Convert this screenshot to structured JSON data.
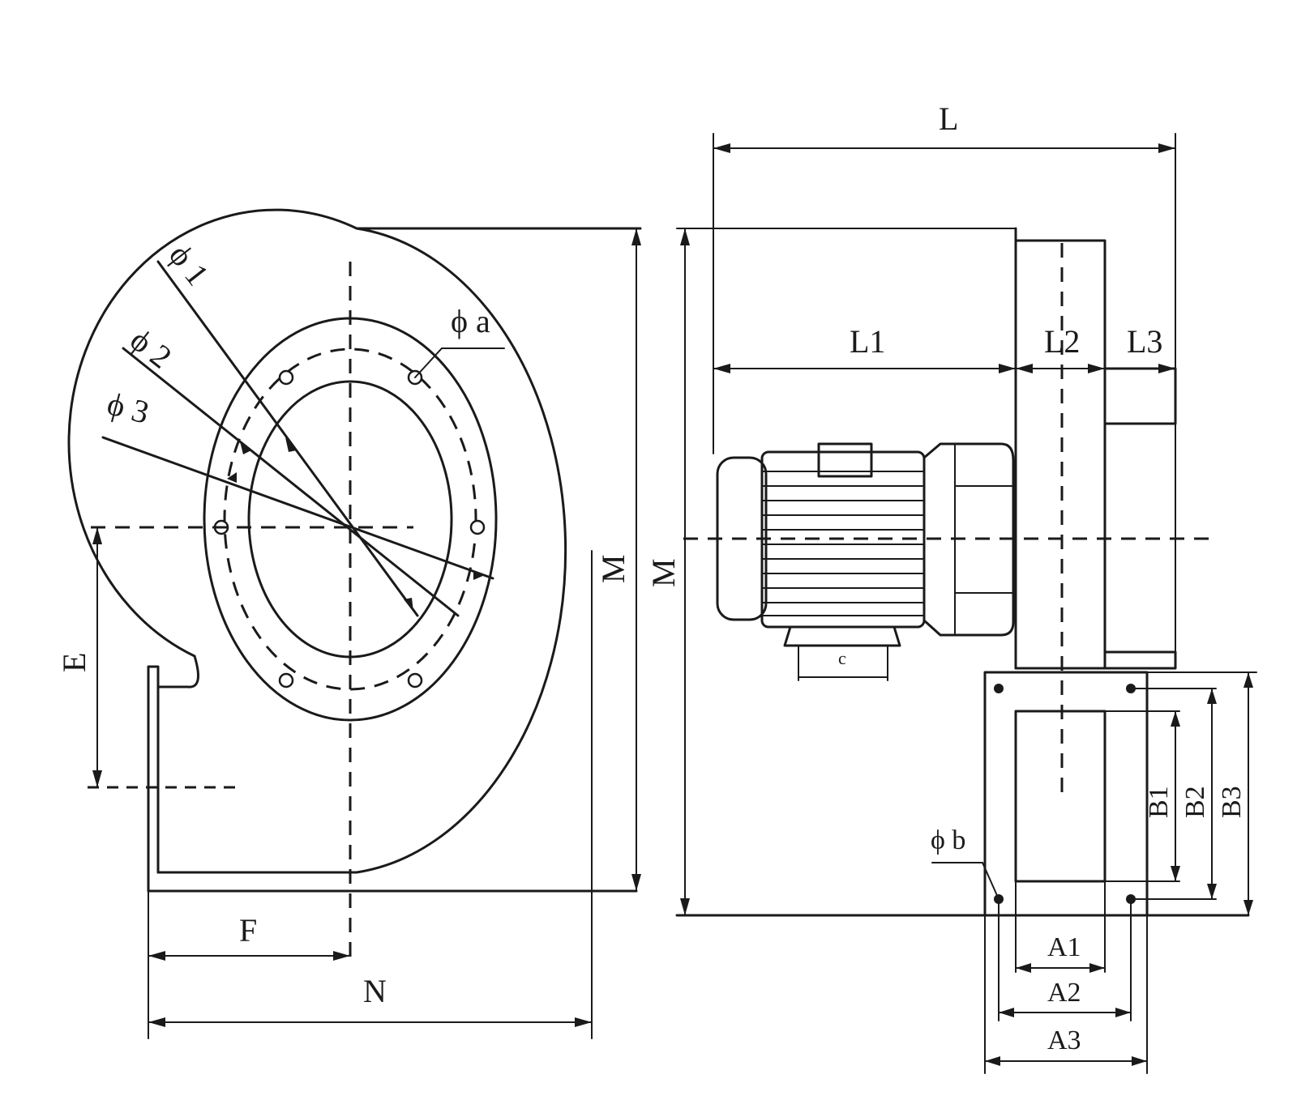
{
  "labels": {
    "phi1": "ϕ 1",
    "phi2": "ϕ 2",
    "phi3": "ϕ 3",
    "phia": "ϕ a",
    "phib": "ϕ b",
    "E": "E",
    "F": "F",
    "N": "N",
    "M_left": "M",
    "M_right": "M",
    "L": "L",
    "L1": "L1",
    "L2": "L2",
    "L3": "L3",
    "c": "c",
    "A1": "A1",
    "A2": "A2",
    "A3": "A3",
    "B1": "B1",
    "B2": "B2",
    "B3": "B3"
  }
}
